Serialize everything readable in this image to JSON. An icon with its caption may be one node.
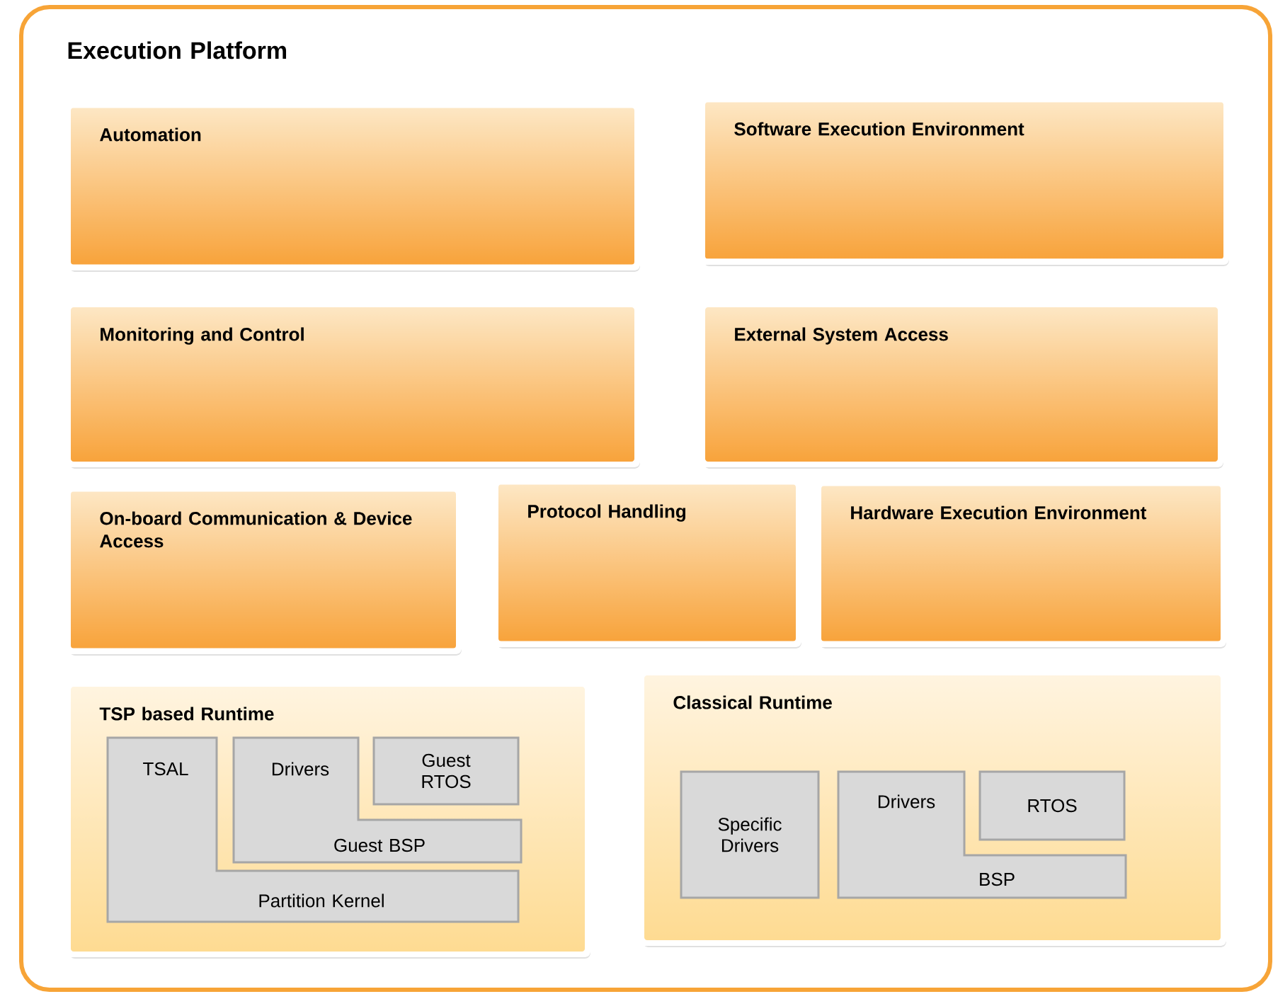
{
  "diagram": {
    "nodes": [
      {
        "text": [
          "Execution Platform"
        ]
      },
      {
        "text": [
          "Automation"
        ],
        "in": 0
      },
      {
        "text": [
          "Software Execution Environment"
        ],
        "in": 0
      },
      {
        "text": [
          "Monitoring and Control"
        ],
        "in": 0
      },
      {
        "text": [
          "External System Access"
        ],
        "in": 0
      },
      {
        "text": [
          "On-board Communication & Device Access"
        ],
        "in": 0
      },
      {
        "text": [
          "Protocol Handling"
        ],
        "in": 0
      },
      {
        "text": [
          "Hardware Execution Environment"
        ],
        "in": 0
      },
      {
        "text": [
          "TSP based Runtime"
        ],
        "in": 0
      },
      {
        "text": [
          "TSAL",
          "Partition Kernel"
        ],
        "in": 8
      },
      {
        "text": [
          "Drivers",
          "Guest BSP"
        ],
        "in": 8
      },
      {
        "text": [
          "Guest RTOS"
        ],
        "in": 8
      },
      {
        "text": [
          "Classical Runtime"
        ],
        "in": 0
      },
      {
        "text": [
          "Specific Drivers"
        ],
        "in": 12
      },
      {
        "text": [
          "Drivers",
          "BSP"
        ],
        "in": 12
      },
      {
        "text": [
          "RTOS"
        ],
        "in": 12
      }
    ]
  }
}
